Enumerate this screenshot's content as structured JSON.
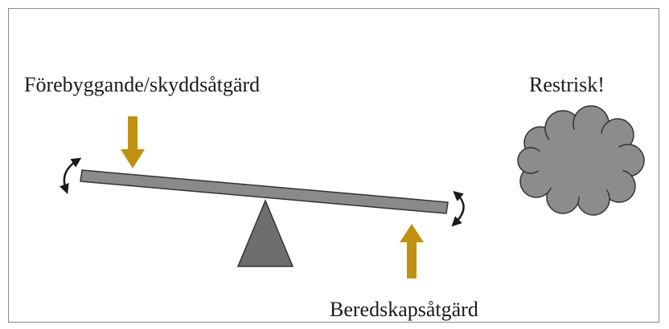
{
  "labels": {
    "prevention": "Förebyggande/skyddsåtgärd",
    "residual_risk": "Restrisk!",
    "preparedness": "Beredskapsåtgärd"
  },
  "colors": {
    "arrow": "#c09010",
    "beam": "#8a8a8a",
    "fulcrum": "#6e6e6e",
    "cloud": "#8c8c8c",
    "outline": "#333333"
  },
  "icons": [
    "down-arrow-icon",
    "up-arrow-icon",
    "rotate-arrow-icon",
    "cloud-icon"
  ]
}
